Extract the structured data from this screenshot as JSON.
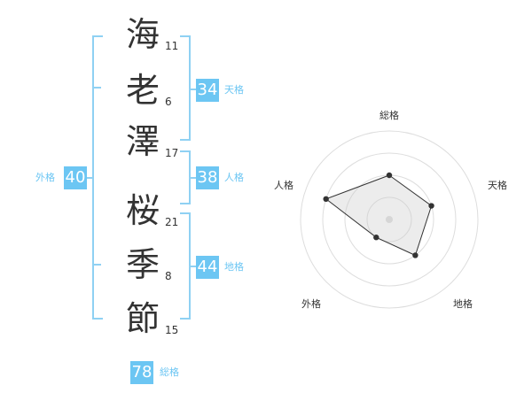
{
  "characters": [
    {
      "char": "海",
      "strokes": "11"
    },
    {
      "char": "老",
      "strokes": "6"
    },
    {
      "char": "澤",
      "strokes": "17"
    },
    {
      "char": "桜",
      "strokes": "21"
    },
    {
      "char": "季",
      "strokes": "8"
    },
    {
      "char": "節",
      "strokes": "15"
    }
  ],
  "fortunes": {
    "tenkaku": {
      "value": "34",
      "label": "天格"
    },
    "jinkaku": {
      "value": "38",
      "label": "人格"
    },
    "chikaku": {
      "value": "44",
      "label": "地格"
    },
    "gaikaku": {
      "value": "40",
      "label": "外格"
    },
    "soukaku": {
      "value": "78",
      "label": "総格"
    }
  },
  "chart_data": {
    "type": "radar",
    "axes": [
      "総格",
      "天格",
      "地格",
      "外格",
      "人格"
    ],
    "range": [
      0,
      4
    ],
    "values": [
      2,
      2,
      2,
      1,
      3
    ]
  },
  "colors": {
    "accent": "#6cc6f3",
    "bracket": "#8fd1f3",
    "text": "#333333"
  }
}
